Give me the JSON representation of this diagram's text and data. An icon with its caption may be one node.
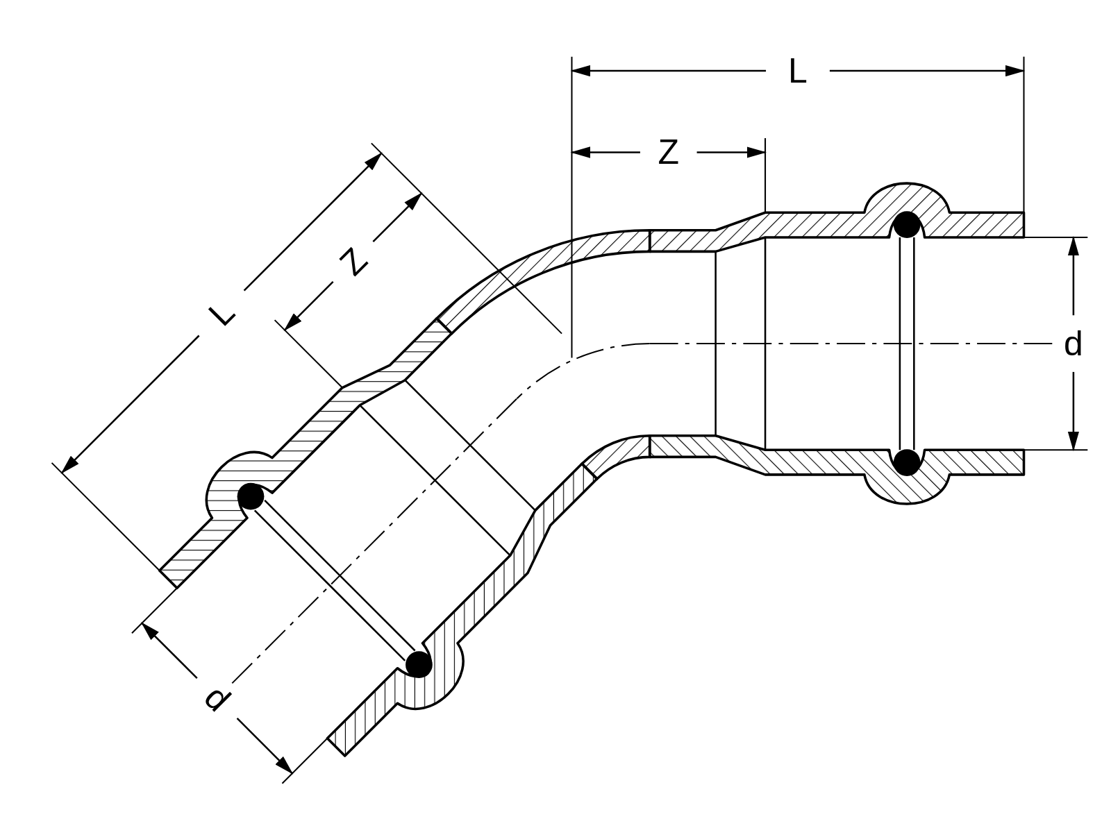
{
  "diagram": {
    "labels": [
      "L",
      "Z",
      "L",
      "Z",
      "d",
      "d"
    ]
  }
}
